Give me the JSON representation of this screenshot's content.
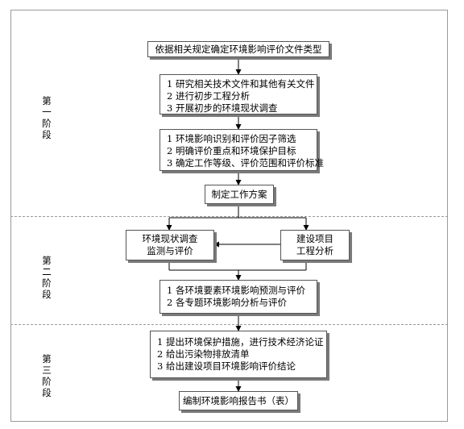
{
  "stages": {
    "stage1": "第一阶段",
    "stage2": "第二阶段",
    "stage3": "第三阶段"
  },
  "boxes": {
    "determine_type": "依据相关规定确定环境影响评价文件类型",
    "prelim": [
      "1 研究相关技术文件和其他有关文件",
      "2 进行初步工程分析",
      "3 开展初步的环境现状调查"
    ],
    "screening": [
      "1 环境影响识别和评价因子筛选",
      "2 明确评价重点和环境保护目标",
      "3 确定工作等级、评价范围和评价标准"
    ],
    "work_plan": "制定工作方案",
    "env_survey": [
      "环境现状调查",
      "监测与评价"
    ],
    "project_analysis": [
      "建设项目",
      "工程分析"
    ],
    "prediction": [
      "1 各环境要素环境影响预测与评价",
      "2 各专题环境影响分析与评价"
    ],
    "measures": [
      "1 提出环境保护措施，进行技术经济论证",
      "2 给出污染物排放清单",
      "3 给出建设项目环境影响评价结论"
    ],
    "report": "编制环境影响报告书（表）"
  }
}
